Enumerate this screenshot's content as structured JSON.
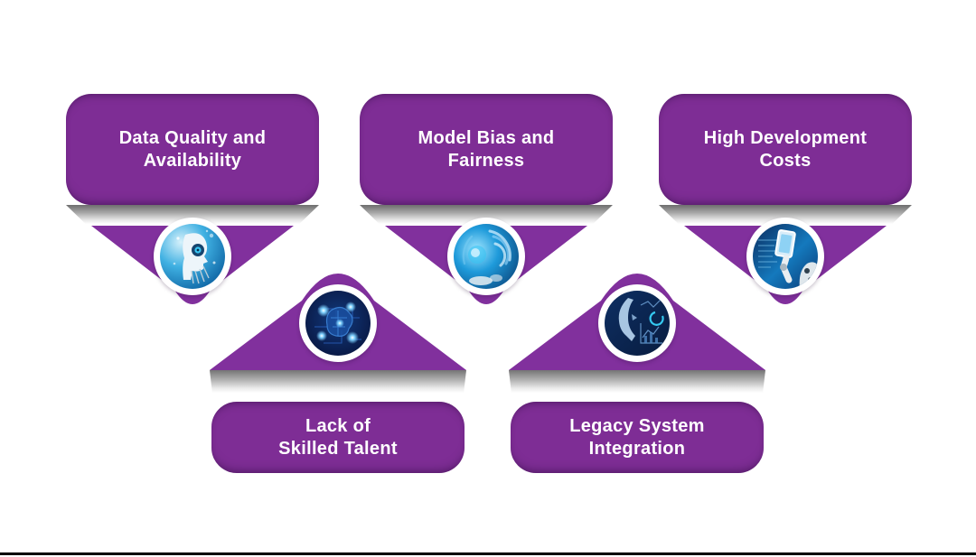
{
  "title": "AI adoption challenges infographic",
  "cards": [
    {
      "id": "data-quality",
      "row": "top",
      "line1": "Data Quality and",
      "line2": "Availability",
      "image": "ai-robot-head-image"
    },
    {
      "id": "model-bias",
      "row": "top",
      "line1": "Model Bias and",
      "line2": "Fairness",
      "image": "data-rings-image"
    },
    {
      "id": "development-costs",
      "row": "top",
      "line1": "High Development",
      "line2": "Costs",
      "image": "robot-hand-tablet-image"
    },
    {
      "id": "skilled-talent",
      "row": "bottom",
      "line1": "Lack of",
      "line2": "Skilled Talent",
      "image": "circuit-brain-image"
    },
    {
      "id": "legacy-integration",
      "row": "bottom",
      "line1": "Legacy System",
      "line2": "Integration",
      "image": "digital-face-chart-image"
    }
  ],
  "colors": {
    "card_purple": "#7e2d95",
    "triangle_purple": "#8130a0",
    "mirror_band_gray": "#6e6e6e",
    "text_white": "#ffffff",
    "circle_ring_white": "#ffffff",
    "background": "#ffffff",
    "footer_line_black": "#000000"
  }
}
